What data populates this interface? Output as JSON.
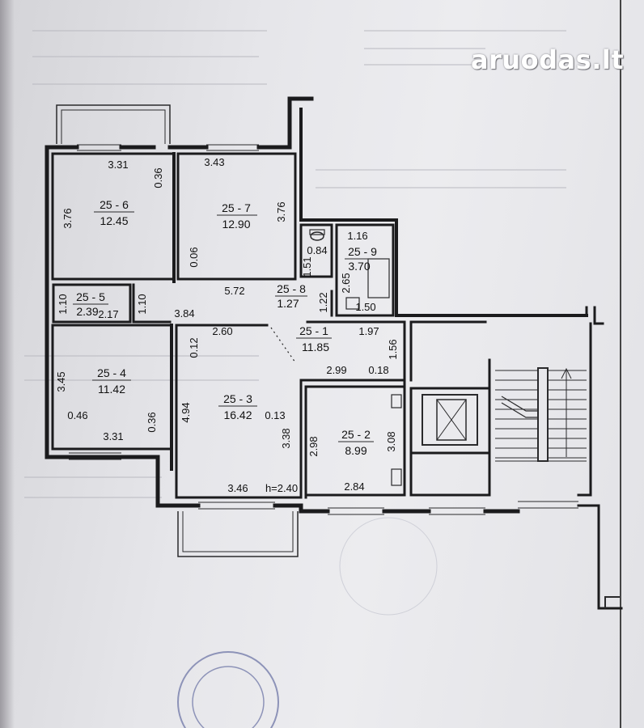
{
  "brand": {
    "watermark": "aruodas.lt"
  },
  "rooms": [
    {
      "id": "25 - 6",
      "area": "12.45"
    },
    {
      "id": "25 - 7",
      "area": "12.90"
    },
    {
      "id": "25 - 5",
      "area": "2.39"
    },
    {
      "id": "25 - 8",
      "area": "1.27"
    },
    {
      "id": "25 - 9",
      "area": "3.70"
    },
    {
      "id": "25 - 1",
      "area": "11.85"
    },
    {
      "id": "25 - 4",
      "area": "11.42"
    },
    {
      "id": "25 - 3",
      "area": "16.42"
    },
    {
      "id": "25 - 2",
      "area": "8.99"
    }
  ],
  "dimensions": [
    "3.31",
    "0.36",
    "3.76",
    "3.43",
    "3.76",
    "0.06",
    "0.84",
    "1.51",
    "1.16",
    "2.65",
    "1.22",
    "1.50",
    "5.72",
    "1.10",
    "2.17",
    "1.10",
    "3.84",
    "2.60",
    "0.12",
    "1.97",
    "1.56",
    "2.99",
    "0.18",
    "3.45",
    "0.46",
    "0.36",
    "3.31",
    "4.94",
    "0.13",
    "3.38",
    "2.98",
    "3.08",
    "3.46",
    "2.84"
  ],
  "height_note": "h=2.40"
}
